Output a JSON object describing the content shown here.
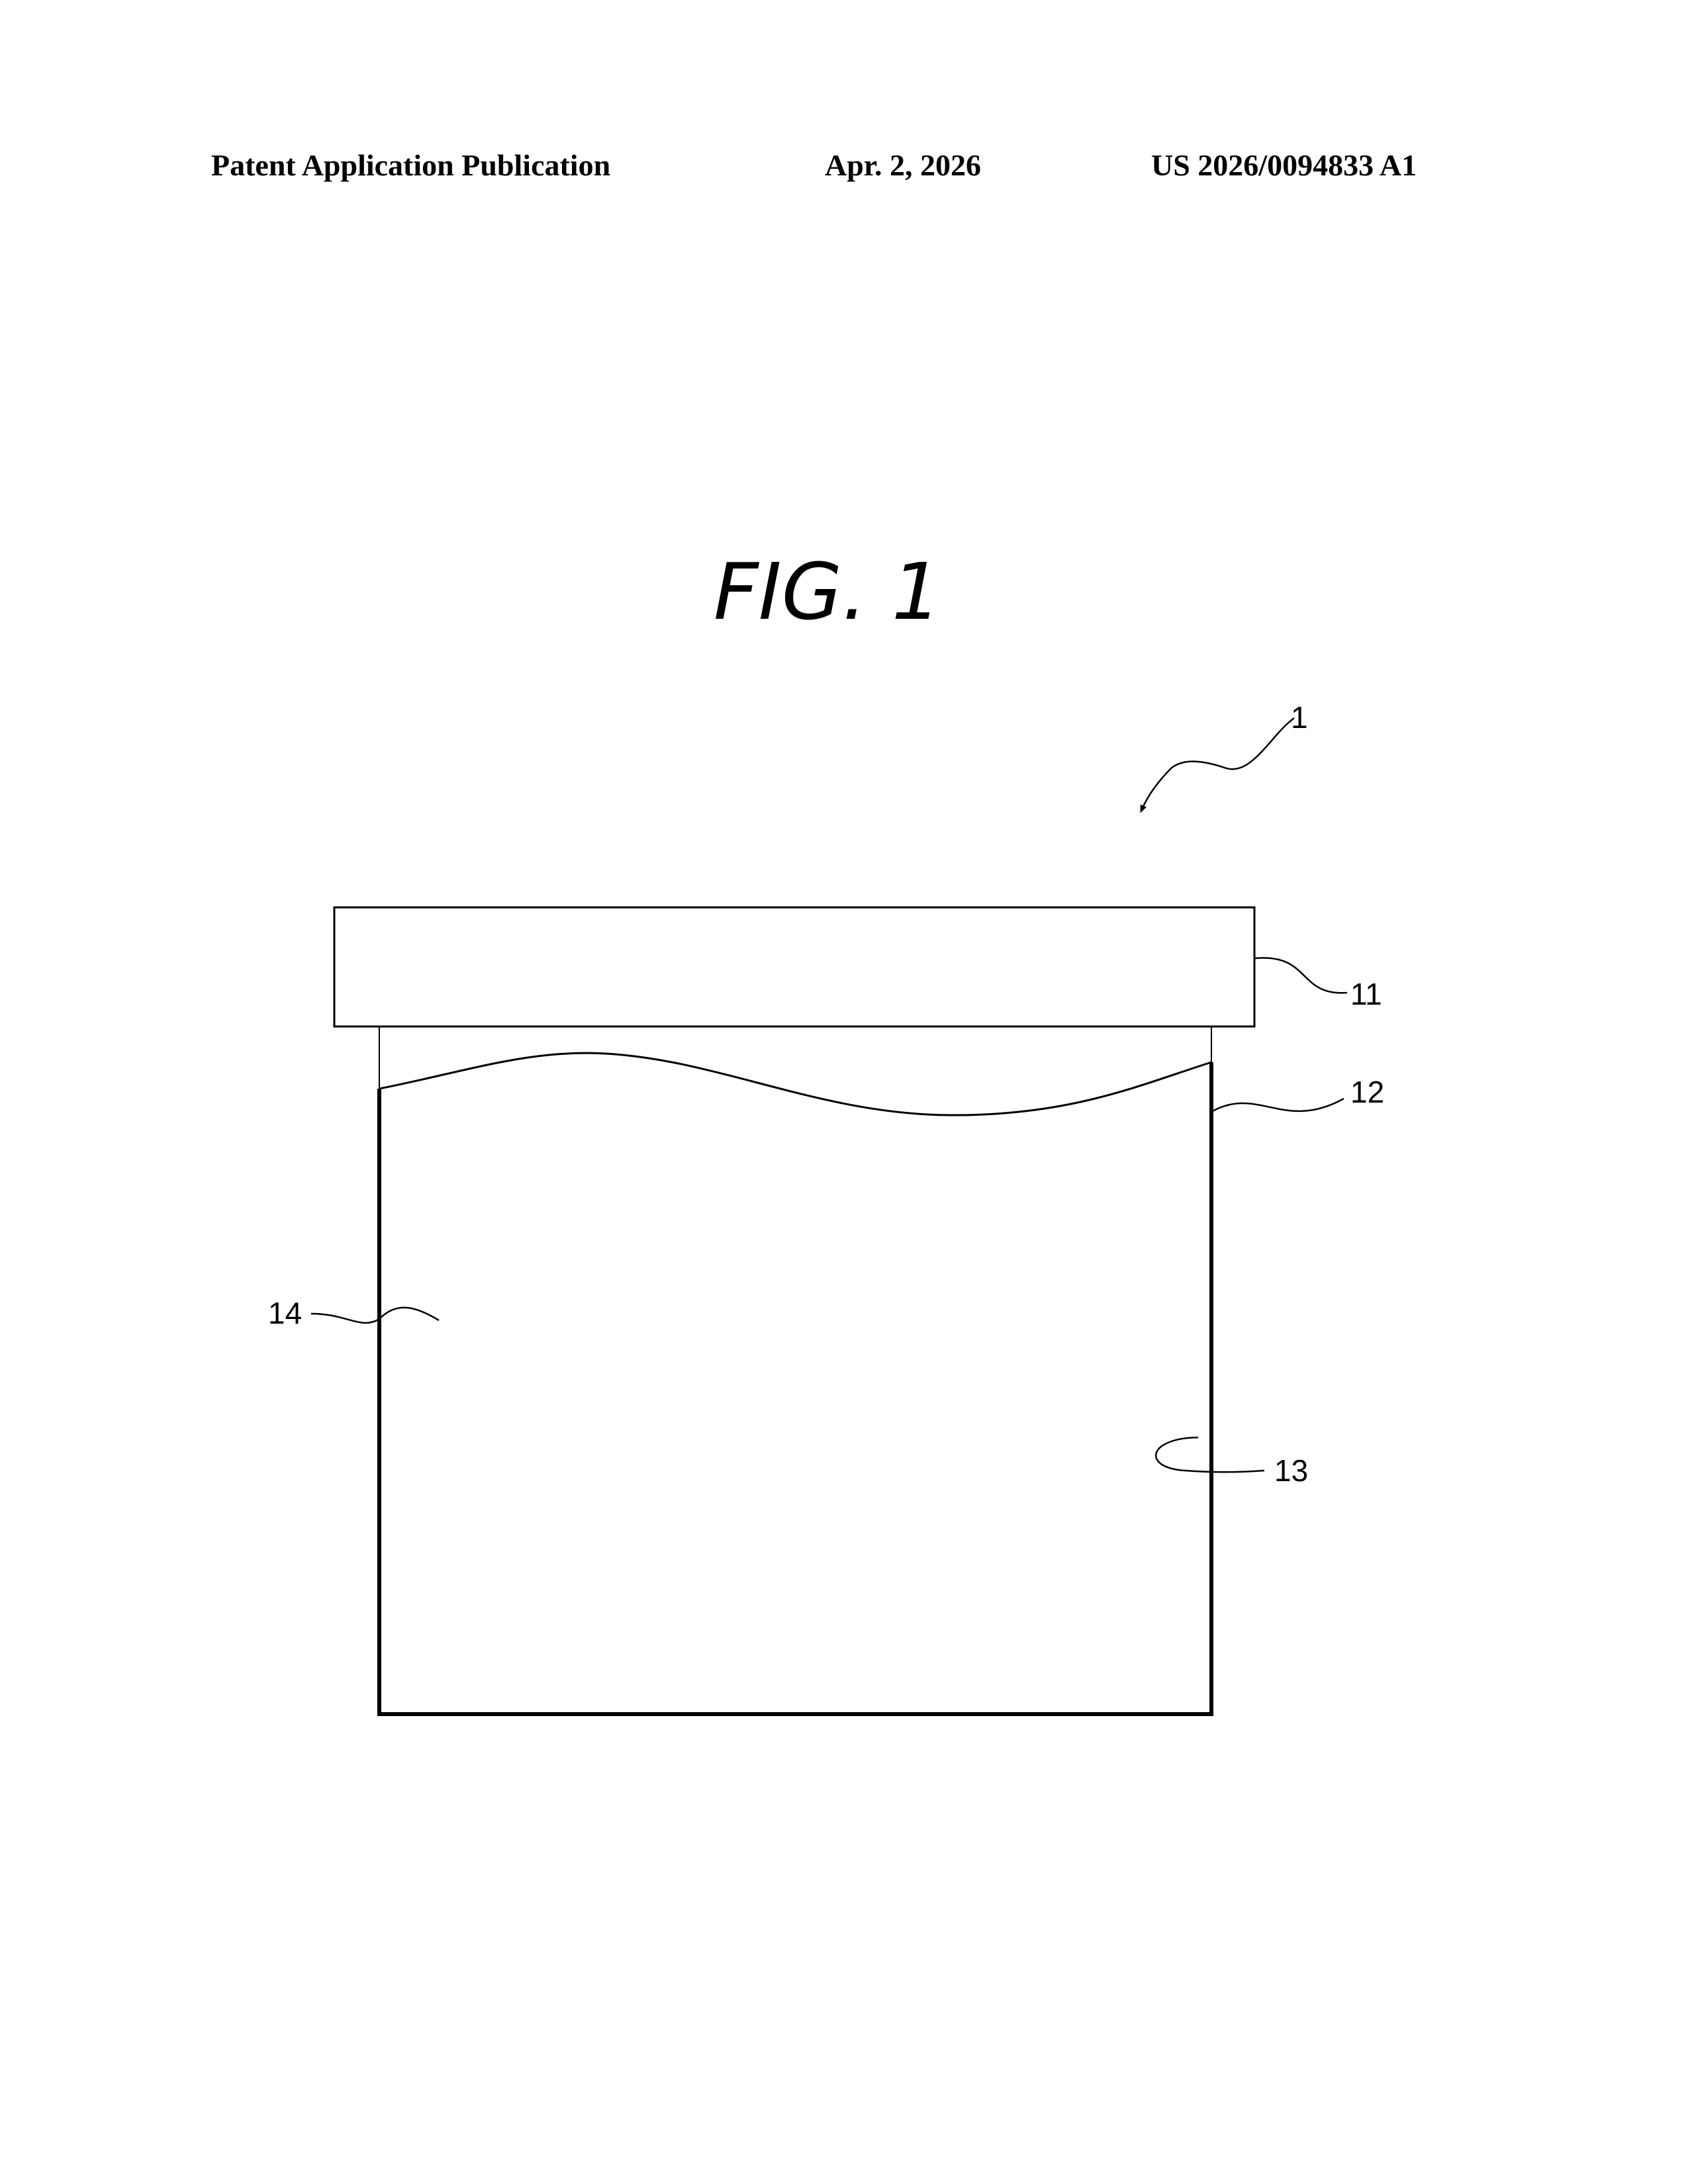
{
  "header": {
    "publication_type": "Patent Application Publication",
    "date": "Apr. 2, 2026",
    "publication_number": "US 2026/0094833 A1"
  },
  "figure": {
    "title": "FIG. 1",
    "reference_labels": {
      "assembly": "1",
      "lid": "11",
      "container_wall": "12",
      "inner_surface": "13",
      "contents": "14"
    }
  }
}
